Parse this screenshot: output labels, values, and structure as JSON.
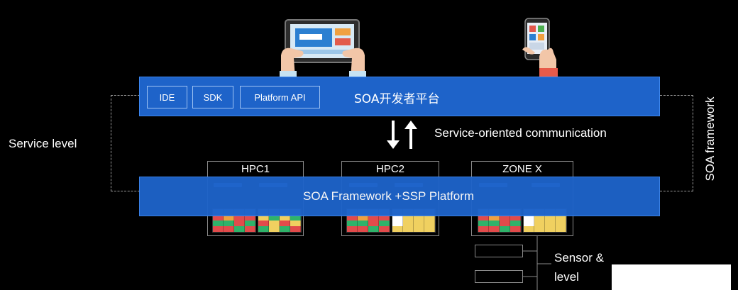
{
  "header": {
    "tools": [
      "IDE",
      "SDK",
      "Platform API"
    ],
    "title": "SOA开发者平台"
  },
  "labels": {
    "service_level": "Service level",
    "soa_framework": "SOA framework",
    "communication": "Service-oriented communication",
    "sensor": "Sensor &",
    "sensor_level": "level"
  },
  "framework_bar": {
    "title": "SOA Framework +SSP Platform"
  },
  "nodes": [
    {
      "label": "HPC1"
    },
    {
      "label": "HPC2"
    },
    {
      "label": "ZONE X"
    }
  ],
  "colors": {
    "bar_blue": "#1e63c9",
    "background": "#000000"
  }
}
